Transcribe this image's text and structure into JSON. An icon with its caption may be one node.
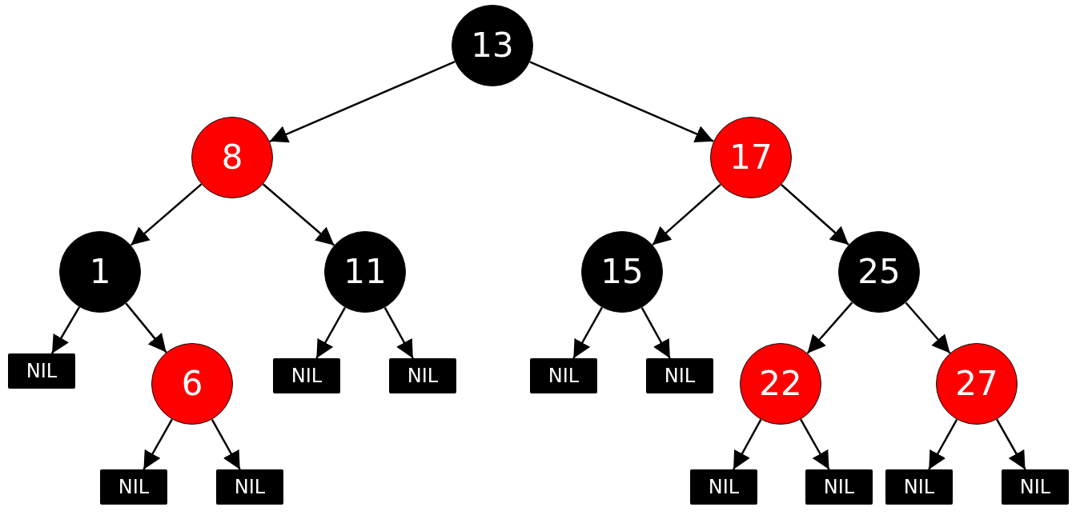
{
  "diagram": {
    "nodes": [
      {
        "text": [
          "13"
        ]
      },
      {
        "text": [
          "8"
        ]
      },
      {
        "text": [
          "17"
        ]
      },
      {
        "text": [
          "1"
        ]
      },
      {
        "text": [
          "11"
        ]
      },
      {
        "text": [
          "15"
        ]
      },
      {
        "text": [
          "25"
        ]
      },
      {
        "text": [
          "NIL"
        ]
      },
      {
        "text": [
          "6"
        ]
      },
      {
        "text": [
          "NIL"
        ]
      },
      {
        "text": [
          "NIL"
        ]
      },
      {
        "text": [
          "NIL"
        ]
      },
      {
        "text": [
          "NIL"
        ]
      },
      {
        "text": [
          "22"
        ]
      },
      {
        "text": [
          "27"
        ]
      },
      {
        "text": [
          "NIL"
        ]
      },
      {
        "text": [
          "NIL"
        ]
      },
      {
        "text": [
          "NIL"
        ]
      },
      {
        "text": [
          "NIL"
        ]
      },
      {
        "text": [
          "NIL"
        ]
      },
      {
        "text": [
          "NIL"
        ]
      }
    ],
    "edges": [
      {
        "from": 0,
        "to": 1,
        "arrow": "to"
      },
      {
        "from": 0,
        "to": 2,
        "arrow": "to"
      },
      {
        "from": 1,
        "to": 3,
        "arrow": "to"
      },
      {
        "from": 1,
        "to": 4,
        "arrow": "to"
      },
      {
        "from": 2,
        "to": 5,
        "arrow": "to"
      },
      {
        "from": 2,
        "to": 6,
        "arrow": "to"
      },
      {
        "from": 3,
        "to": 7,
        "arrow": "to"
      },
      {
        "from": 3,
        "to": 8,
        "arrow": "to"
      },
      {
        "from": 4,
        "to": 9,
        "arrow": "to"
      },
      {
        "from": 4,
        "to": 10,
        "arrow": "to"
      },
      {
        "from": 5,
        "to": 11,
        "arrow": "to"
      },
      {
        "from": 5,
        "to": 12,
        "arrow": "to"
      },
      {
        "from": 6,
        "to": 13,
        "arrow": "to"
      },
      {
        "from": 6,
        "to": 14,
        "arrow": "to"
      },
      {
        "from": 8,
        "to": 15,
        "arrow": "to"
      },
      {
        "from": 8,
        "to": 16,
        "arrow": "to"
      },
      {
        "from": 13,
        "to": 17,
        "arrow": "to"
      },
      {
        "from": 13,
        "to": 18,
        "arrow": "to"
      },
      {
        "from": 14,
        "to": 19,
        "arrow": "to"
      },
      {
        "from": 14,
        "to": 20,
        "arrow": "to"
      }
    ]
  }
}
